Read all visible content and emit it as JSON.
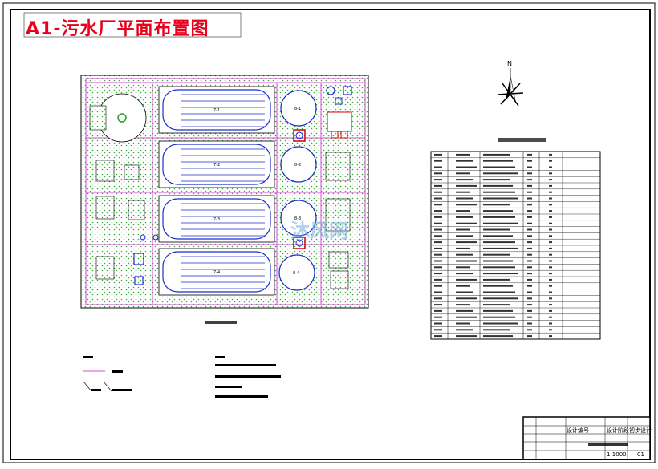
{
  "title": "A1-污水厂平面布置图",
  "compass_label": "N",
  "watermark": "沐风网",
  "basins": [
    "7-1",
    "7-2",
    "7-3",
    "7-4"
  ],
  "clarifiers": [
    "8-1",
    "8-2",
    "8-3",
    "8-4"
  ],
  "title_block": {
    "design_no": "设计编号",
    "design_stage": "设计阶段",
    "stage_value": "初步设计",
    "scale": "1:1000",
    "sheet": "01"
  }
}
